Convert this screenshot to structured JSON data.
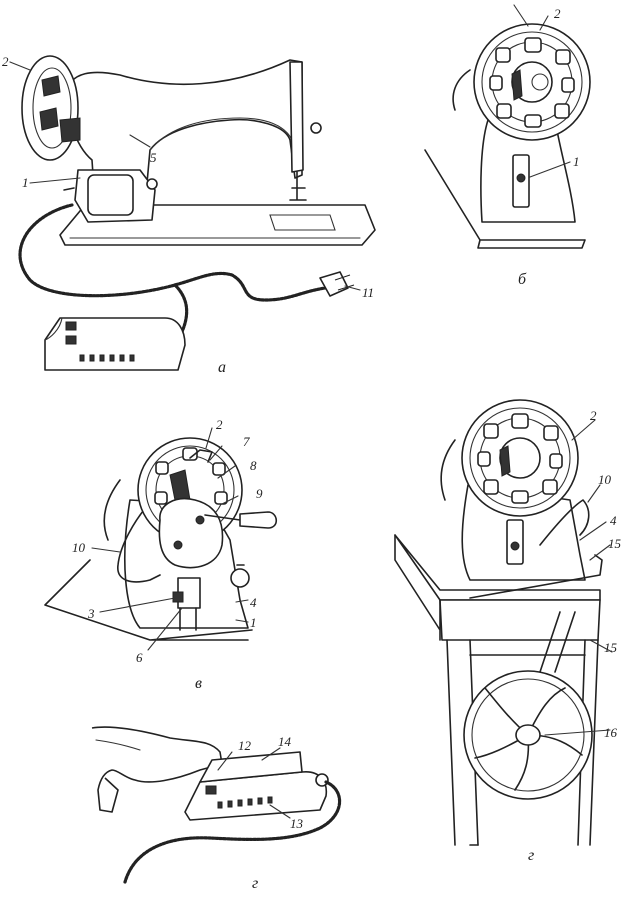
{
  "panels": {
    "a": {
      "caption": "а",
      "labels": {
        "handwheel": "2",
        "motor": "1",
        "head": "5",
        "plug": "11"
      }
    },
    "b": {
      "caption": "б",
      "labels": {
        "handwheel": "2",
        "bracket": "1"
      }
    },
    "v": {
      "caption": "в",
      "labels": {
        "handwheel": "2",
        "part7": "7",
        "part8": "8",
        "part9": "9",
        "part10": "10",
        "part3": "3",
        "part4": "4",
        "part1": "1",
        "part6": "6"
      }
    },
    "g": {
      "caption": "г",
      "labels": {
        "handwheel": "2",
        "part10": "10",
        "part4": "4",
        "belt_top": "15",
        "belt": "15",
        "flywheel": "16"
      }
    },
    "r": {
      "caption": "г",
      "labels": {
        "part12": "12",
        "part14": "14",
        "part13": "13"
      }
    }
  }
}
